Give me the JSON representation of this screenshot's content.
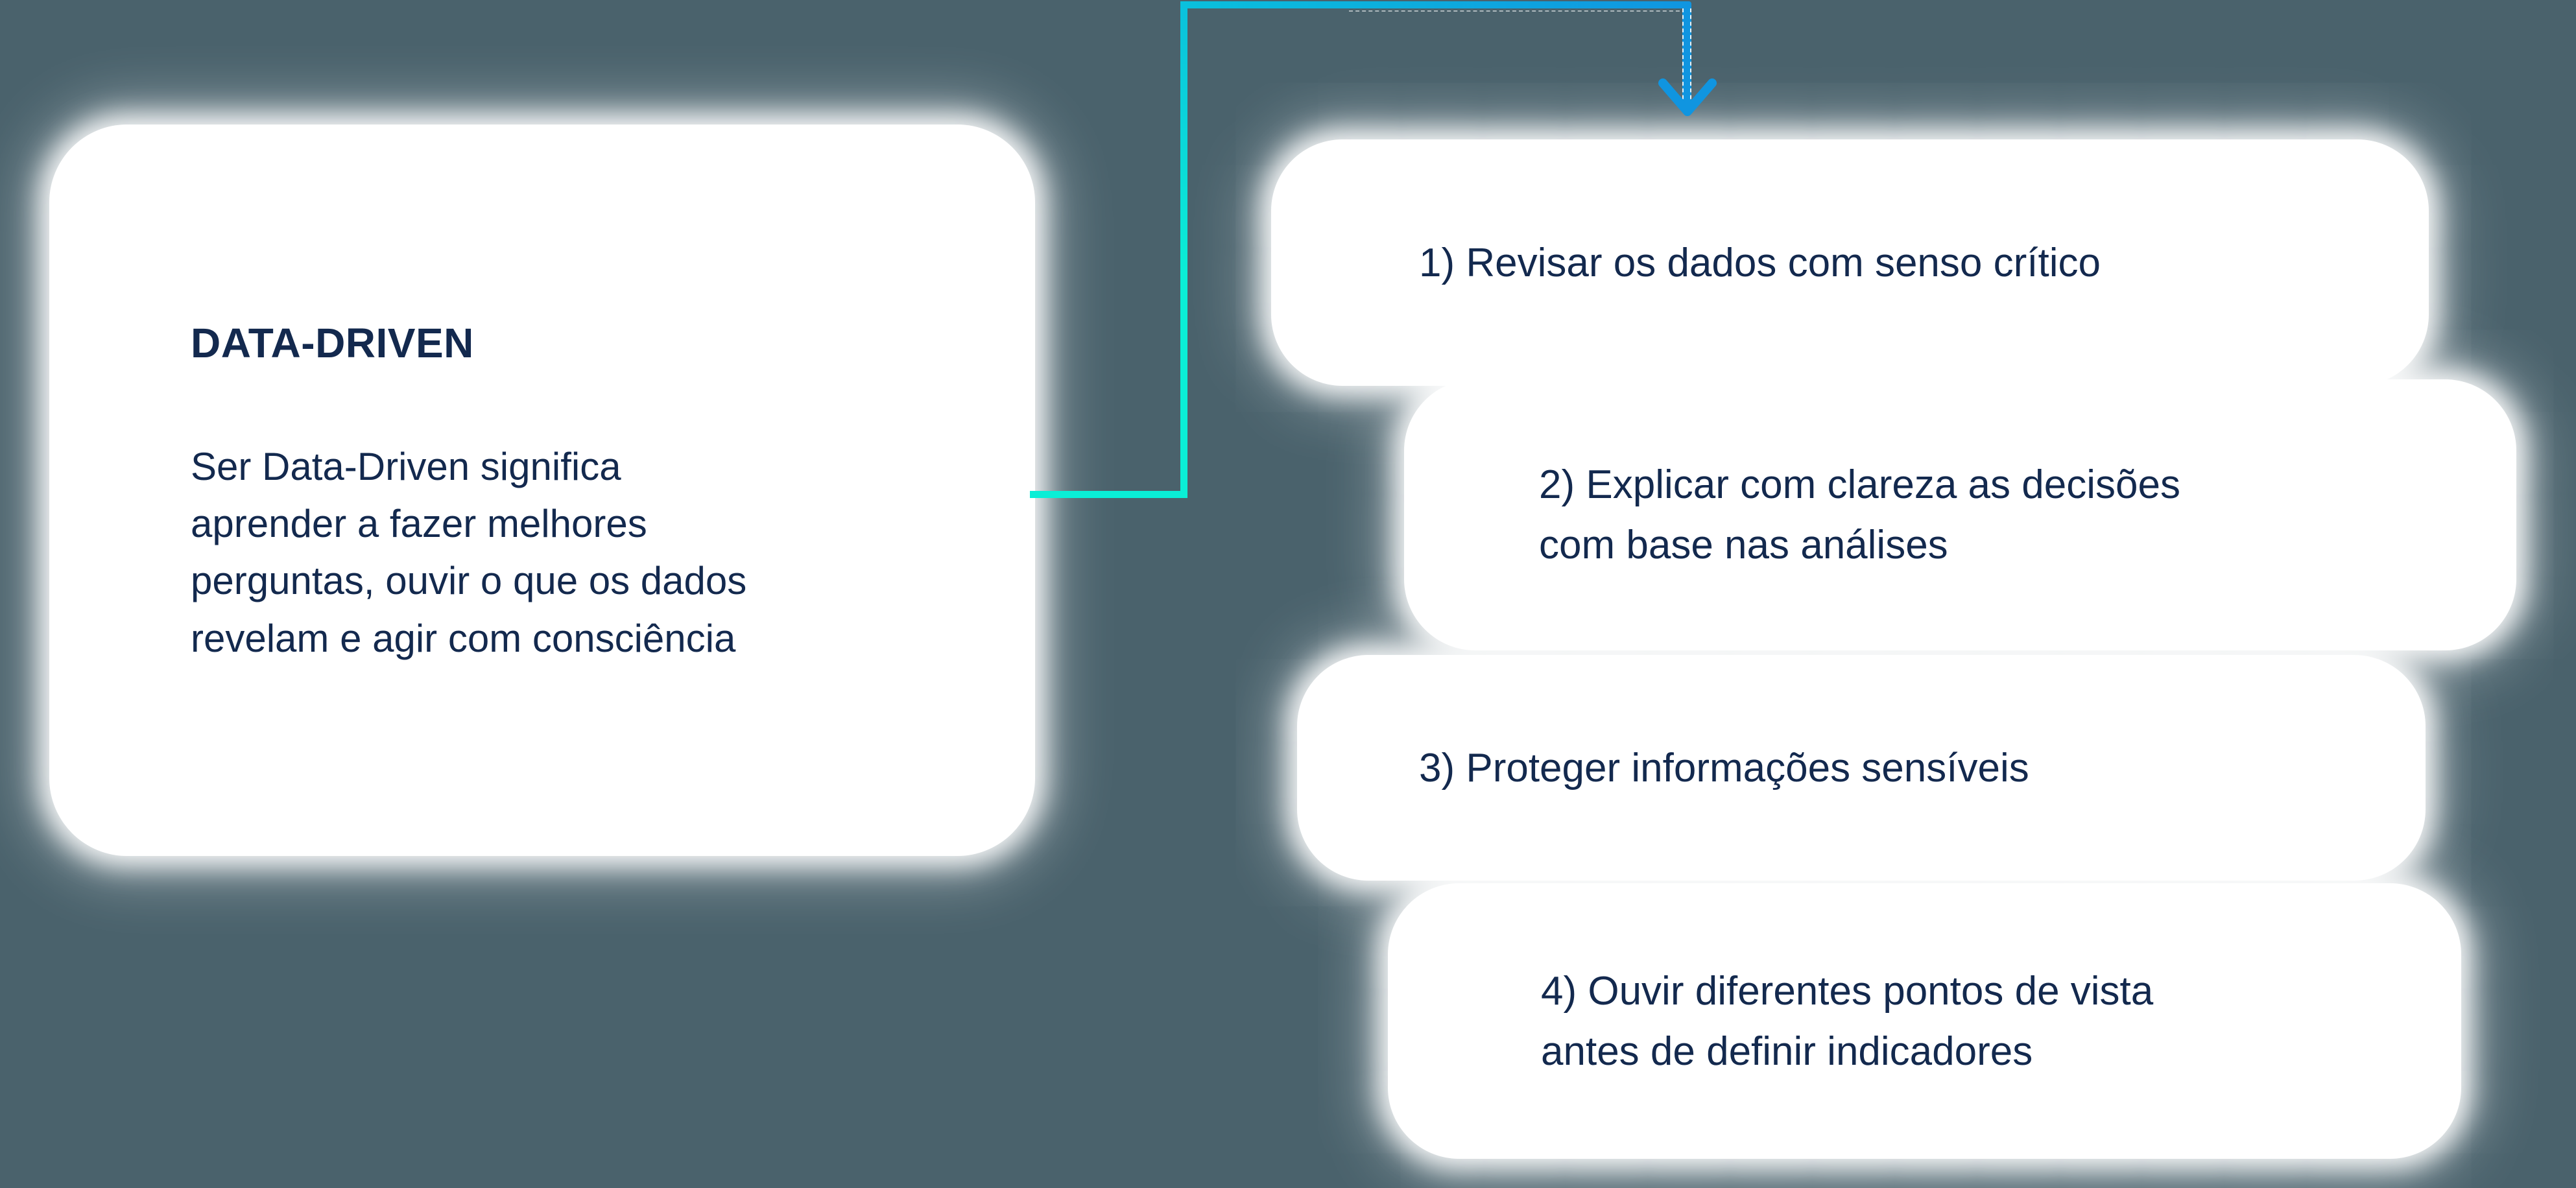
{
  "page": {
    "background_color": "#4a626c"
  },
  "colors": {
    "card_background": "#ffffff",
    "text_navy": "#13294e",
    "connector_cyan": "#0aeed6",
    "connector_blue": "#1095e0"
  },
  "left_card": {
    "title": "DATA-DRIVEN",
    "body": "Ser Data-Driven significa\naprender a fazer melhores\nperguntas, ouvir o que os dados\nrevelam e agir com consciência"
  },
  "steps": [
    {
      "label": "1) Revisar os dados com senso crítico"
    },
    {
      "label": "2) Explicar com clareza as decisões\ncom base nas análises"
    },
    {
      "label": "3) Proteger informações sensíveis"
    },
    {
      "label": "4) Ouvir diferentes pontos de vista\nantes de definir indicadores"
    }
  ],
  "connector": {
    "arrow_icon": "down-arrow"
  }
}
